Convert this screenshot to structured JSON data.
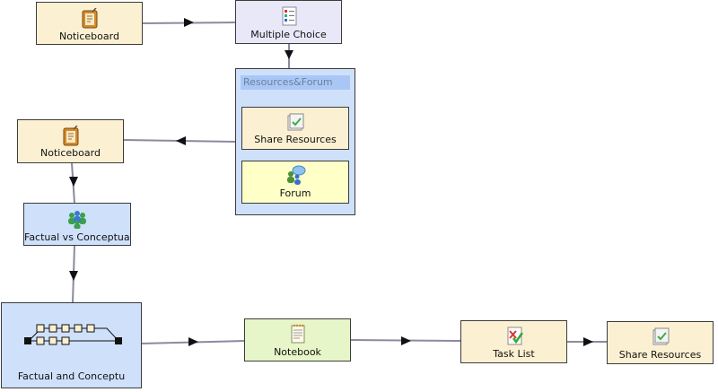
{
  "nodes": {
    "noticeboard_1": "Noticeboard",
    "multiple_choice": "Multiple Choice",
    "resources_forum_group": "Resources&Forum",
    "share_resources_1": "Share Resources",
    "forum": "Forum",
    "noticeboard_2": "Noticeboard",
    "factual_vs_conceptual": "Factual vs Conceptual",
    "factual_and_conceptual": "Factual and Conceptu",
    "notebook": "Notebook",
    "task_list": "Task List",
    "share_resources_2": "Share Resources"
  },
  "icons": {
    "noticeboard_1": "noticeboard-icon",
    "multiple_choice": "checklist-icon",
    "share_resources_1": "share-resources-icon",
    "forum": "forum-icon",
    "noticeboard_2": "noticeboard-icon",
    "factual_vs_conceptual": "group-people-icon",
    "factual_and_conceptual": "branching-sequence-icon",
    "notebook": "notebook-icon",
    "task_list": "task-list-icon",
    "share_resources_2": "share-resources-icon"
  },
  "colors": {
    "tool_tan": "#fcf0d2",
    "tool_lavender": "#e8e8f8",
    "group_blue": "#cfe0fb",
    "notebook_green": "#e6f6c8",
    "forum_yellow": "#ffffc8",
    "edge": "#8a8aa0"
  }
}
